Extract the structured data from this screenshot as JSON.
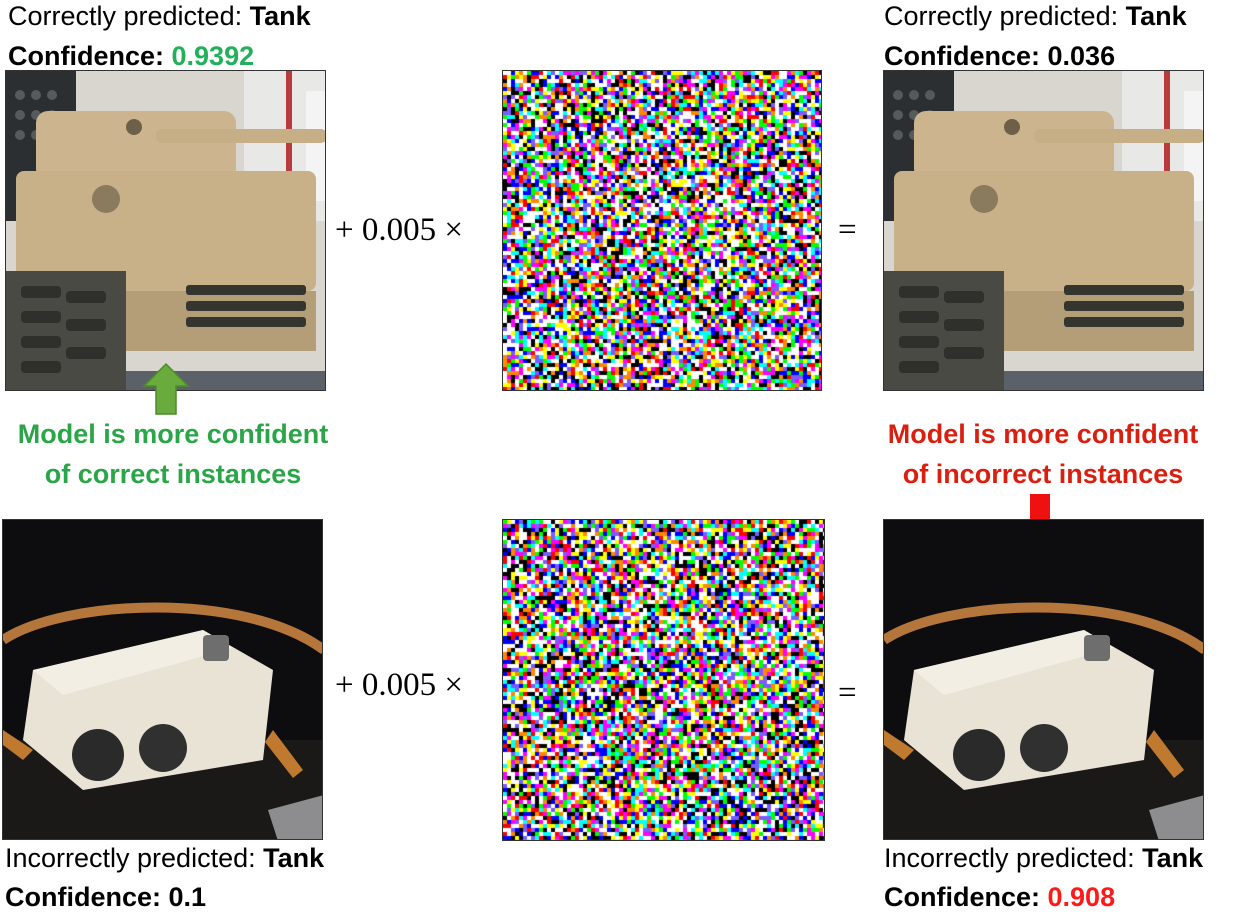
{
  "top_row": {
    "left_caption": {
      "prefix": "Correctly predicted: ",
      "label": "Tank"
    },
    "left_confidence": {
      "prefix": "Confidence: ",
      "value": "0.9392",
      "color": "#22b05a"
    },
    "right_caption": {
      "prefix": "Correctly predicted: ",
      "label": "Tank"
    },
    "right_confidence": {
      "prefix": "Confidence: ",
      "value": "0.036",
      "color": "#000000"
    },
    "operator_plus": "+ 0.005 ×",
    "operator_equals": "="
  },
  "bottom_row": {
    "left_caption": {
      "prefix": "Incorrectly predicted: ",
      "label": "Tank"
    },
    "left_confidence": {
      "prefix": "Confidence: ",
      "value": "0.1",
      "color": "#000000"
    },
    "right_caption": {
      "prefix": "Incorrectly predicted: ",
      "label": "Tank"
    },
    "right_confidence": {
      "prefix": "Confidence: ",
      "value": "0.908",
      "color": "#ff1a1a"
    },
    "operator_plus": "+ 0.005 ×",
    "operator_equals": "="
  },
  "callouts": {
    "correct": {
      "line1": "Model is more confident",
      "line2": "of correct instances",
      "color": "#2aa548"
    },
    "incorrect": {
      "line1": "Model is more confident",
      "line2": "of incorrect instances",
      "color": "#d92010"
    }
  },
  "arrows": {
    "up": {
      "icon": "up-arrow-icon",
      "color": "#6aab3e"
    },
    "down": {
      "icon": "down-arrow-icon",
      "color": "#ee1111"
    }
  }
}
